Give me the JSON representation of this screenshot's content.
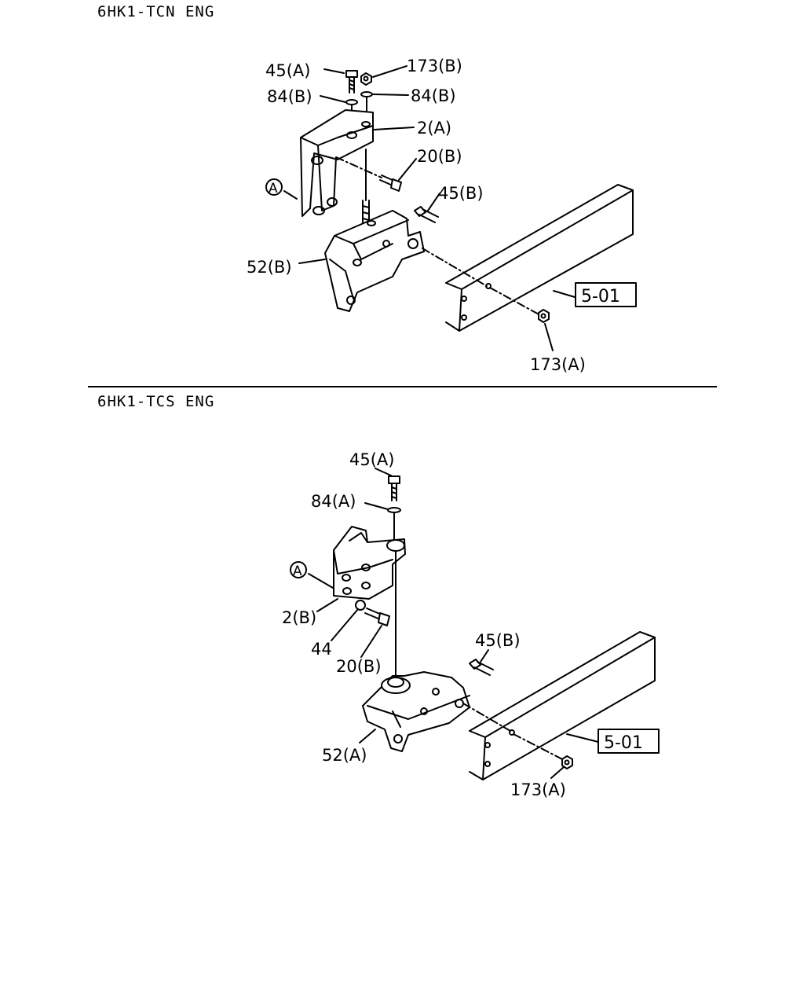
{
  "sections": [
    {
      "title": "6HK1-TCN ENG",
      "callouts": {
        "bolt_top": "45(A)",
        "nut_top": "173(B)",
        "washer_left": "84(B)",
        "washer_right": "84(B)",
        "bracket": "2(A)",
        "bolt_side": "20(B)",
        "bolt_frame": "45(B)",
        "mount": "52(B)",
        "nut_frame": "173(A)",
        "view_marker": "A",
        "ref_box": "5-01"
      }
    },
    {
      "title": "6HK1-TCS ENG",
      "callouts": {
        "bolt_top": "45(A)",
        "washer": "84(A)",
        "bracket": "2(B)",
        "washer_plain": "44",
        "bolt_side": "20(B)",
        "bolt_frame": "45(B)",
        "mount": "52(A)",
        "nut_frame": "173(A)",
        "view_marker": "A",
        "ref_box": "5-01"
      }
    }
  ]
}
